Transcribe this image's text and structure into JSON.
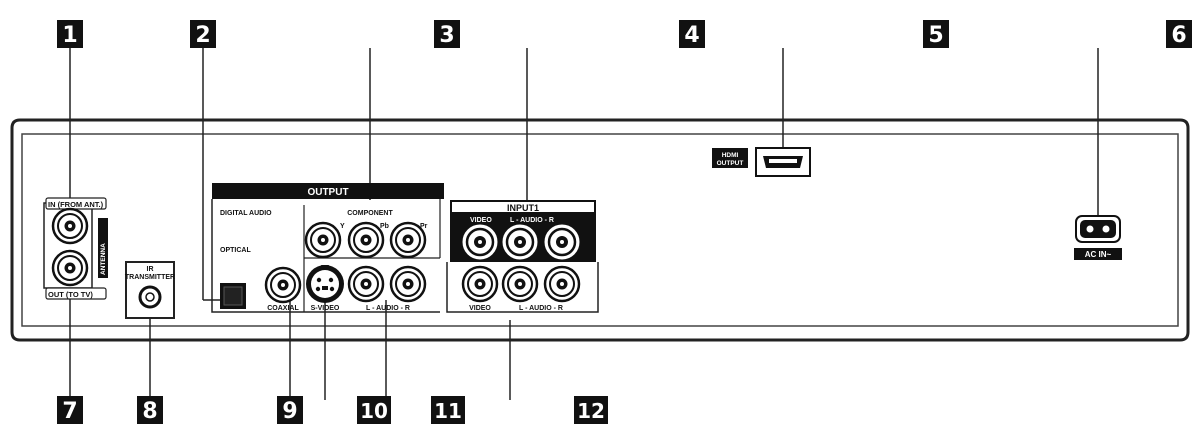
{
  "callouts": [
    {
      "id": "1",
      "label": "1"
    },
    {
      "id": "2",
      "label": "2"
    },
    {
      "id": "3",
      "label": "3"
    },
    {
      "id": "4",
      "label": "4"
    },
    {
      "id": "5",
      "label": "5"
    },
    {
      "id": "6",
      "label": "6"
    },
    {
      "id": "7",
      "label": "7"
    },
    {
      "id": "8",
      "label": "8"
    },
    {
      "id": "9",
      "label": "9"
    },
    {
      "id": "10",
      "label": "10"
    },
    {
      "id": "11",
      "label": "11"
    },
    {
      "id": "12",
      "label": "12"
    }
  ],
  "labels": {
    "antenna_in": "IN (FROM ANT.)",
    "antenna_out": "OUT (TO TV)",
    "antenna": "ANTENNA",
    "ir_top": "IR",
    "ir_bottom": "TRANSMITTER",
    "output": "OUTPUT",
    "digital_audio": "DIGITAL AUDIO",
    "optical": "OPTICAL",
    "coaxial": "COAXIAL",
    "component": "COMPONENT",
    "comp_y": "Y",
    "comp_pb": "Pb",
    "comp_pr": "Pr",
    "svideo": "S-VIDEO",
    "audio_out": "L - AUDIO - R",
    "input1": "INPUT1",
    "in1_video": "VIDEO",
    "in1_audio": "L - AUDIO - R",
    "out_video": "VIDEO",
    "out_audio": "L - AUDIO - R",
    "hdmi_top": "HDMI",
    "hdmi_bottom": "OUTPUT",
    "ac_in": "AC IN~"
  }
}
